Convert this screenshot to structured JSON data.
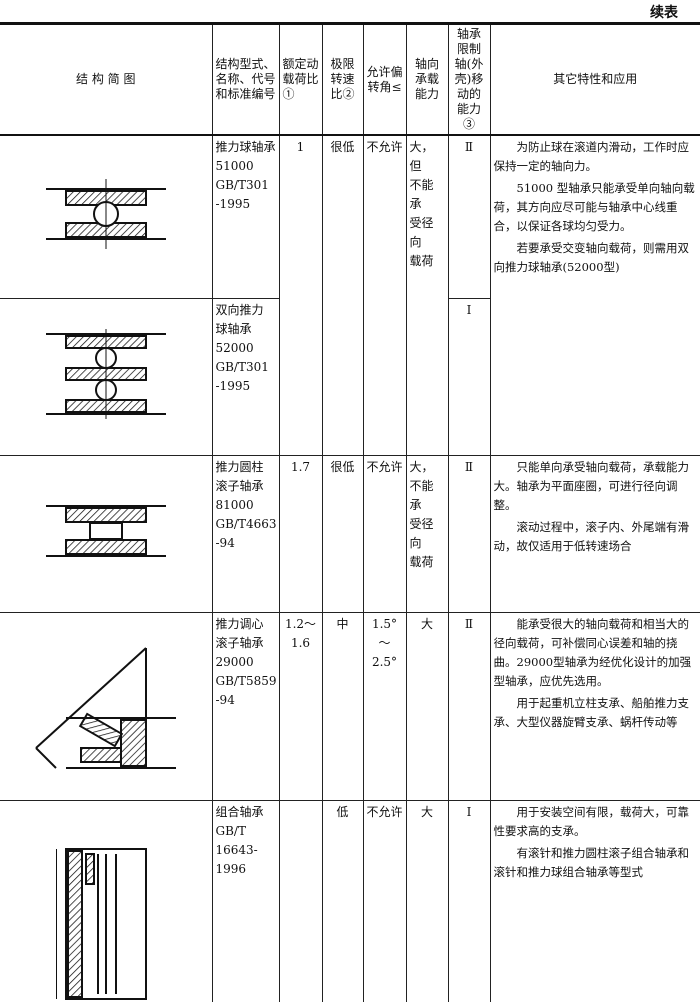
{
  "continued": "续表",
  "headers": [
    "结 构 简 图",
    "结构型式、名称、代号和标准编号",
    "额定动载荷比①",
    "极限转速比②",
    "允许偏转角≤",
    "轴向承载能力",
    "轴承限制轴(外壳)移动的能力③",
    "其它特性和应用"
  ],
  "rows": [
    {
      "name": [
        "推力球轴承",
        "51000",
        "GB/T301",
        "-1995"
      ],
      "load": "1",
      "speed": "很低",
      "angle": "不允许",
      "axial": [
        "大，但",
        "不能承",
        "受径向",
        "载荷"
      ],
      "limit": "Ⅱ",
      "notes": [
        "为防止球在滚道内滑动，工作时应保持一定的轴向力。",
        "51000 型轴承只能承受单向轴向载荷，其方向应尽可能与轴承中心线重合，以保证各球均匀受力。",
        "若要承受交变轴向载荷，则需用双向推力球轴承(52000型)"
      ]
    },
    {
      "name": [
        "双向推力",
        "球轴承",
        "52000",
        "GB/T301",
        "-1995"
      ],
      "limit": "Ⅰ"
    },
    {
      "name": [
        "推力圆柱",
        "滚子轴承",
        "81000",
        "GB/T4663",
        "-94"
      ],
      "load": "1.7",
      "speed": "很低",
      "angle": "不允许",
      "axial": [
        "大，",
        "不能承",
        "受径向",
        "载荷"
      ],
      "limit": "Ⅱ",
      "notes": [
        "只能单向承受轴向载荷，承载能力大。轴承为平面座圈，可进行径向调整。",
        "滚动过程中，滚子内、外尾端有滑动，故仅适用于低转速场合"
      ]
    },
    {
      "name": [
        "推力调心",
        "滚子轴承",
        "29000",
        "GB/T5859",
        "-94"
      ],
      "load": [
        "1.2～",
        "1.6"
      ],
      "speed": "中",
      "angle": [
        "1.5°",
        "～2.5°"
      ],
      "axial": [
        "大"
      ],
      "limit": "Ⅱ",
      "notes": [
        "能承受很大的轴向载荷和相当大的径向载荷，可补偿同心误差和轴的挠曲。29000型轴承为经优化设计的加强型轴承，应优先选用。",
        "用于起重机立柱支承、船舶推力支承、大型仪器旋臂支承、蜗杆传动等"
      ]
    },
    {
      "name": [
        "组合轴承",
        "GB/T",
        "16643-1996"
      ],
      "load": "",
      "speed": "低",
      "angle": "不允许",
      "axial": [
        "大"
      ],
      "limit": "Ⅰ",
      "notes": [
        "用于安装空间有限，载荷大，可靠性要求高的支承。",
        "有滚针和推力圆柱滚子组合轴承和滚针和推力球组合轴承等型式"
      ]
    }
  ]
}
